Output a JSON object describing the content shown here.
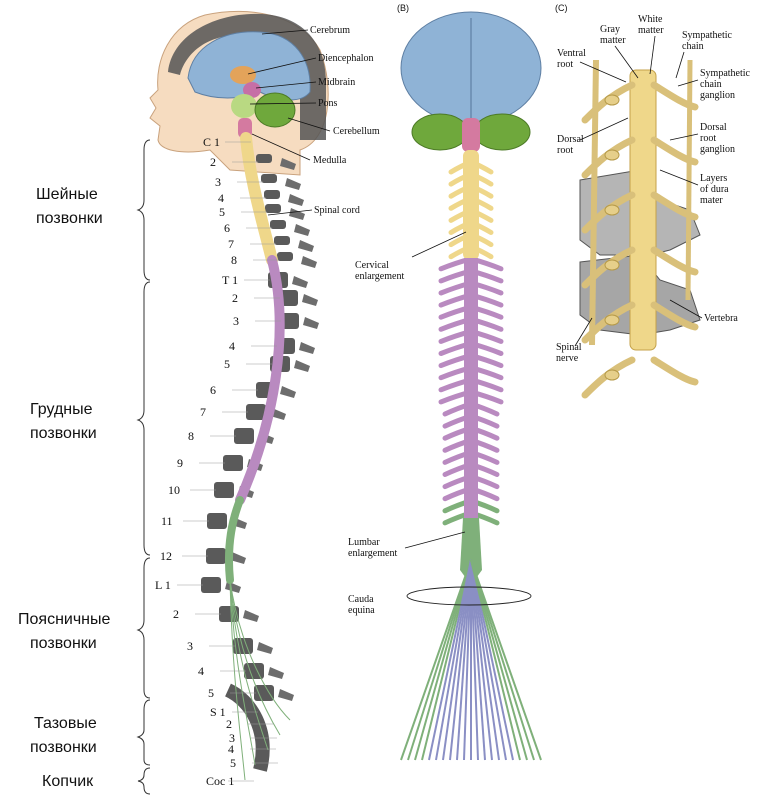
{
  "panels": {
    "b": "(B)",
    "c": "(C)"
  },
  "regions": [
    {
      "lines": [
        "Шейные",
        "позвонки"
      ]
    },
    {
      "lines": [
        "Грудные",
        "позвонки"
      ]
    },
    {
      "lines": [
        "Поясничные",
        "позвонки"
      ]
    },
    {
      "lines": [
        "Тазовые",
        "позвонки"
      ]
    },
    {
      "lines": [
        "Копчик"
      ]
    }
  ],
  "vertebra_numbers": [
    "C 1",
    "2",
    "3",
    "4",
    "5",
    "6",
    "7",
    "8",
    "T 1",
    "2",
    "3",
    "4",
    "5",
    "6",
    "7",
    "8",
    "9",
    "10",
    "11",
    "12",
    "L 1",
    "2",
    "3",
    "4",
    "5",
    "S 1",
    "2",
    "3",
    "4",
    "5",
    "Coc 1"
  ],
  "panel_a_labels": [
    "Cerebrum",
    "Diencephalon",
    "Midbrain",
    "Pons",
    "Cerebellum",
    "Medulla",
    "Spinal cord"
  ],
  "panel_b_labels": [
    [
      "Cervical",
      "enlargement"
    ],
    [
      "Lumbar",
      "enlargement"
    ],
    [
      "Cauda",
      "equina"
    ]
  ],
  "panel_c_labels": [
    [
      "Gray",
      "matter"
    ],
    [
      "White",
      "matter"
    ],
    [
      "Sympathetic",
      "chain"
    ],
    [
      "Ventral",
      "root"
    ],
    [
      "Sympathetic",
      "chain",
      "ganglion"
    ],
    [
      "Dorsal",
      "root"
    ],
    [
      "Dorsal",
      "root",
      "ganglion"
    ],
    [
      "Layers",
      "of dura",
      "mater"
    ],
    [
      "Vertebra"
    ],
    [
      "Spinal",
      "nerve"
    ]
  ],
  "colors": {
    "brain": "#8fb3d6",
    "cerebellum": "#6fa83c",
    "cervical": "#efd78a",
    "thoracic": "#b98ac0",
    "lumbar": "#7fb07a",
    "vertebra": "#5a5a5a",
    "skin": "#f6dcc0"
  }
}
